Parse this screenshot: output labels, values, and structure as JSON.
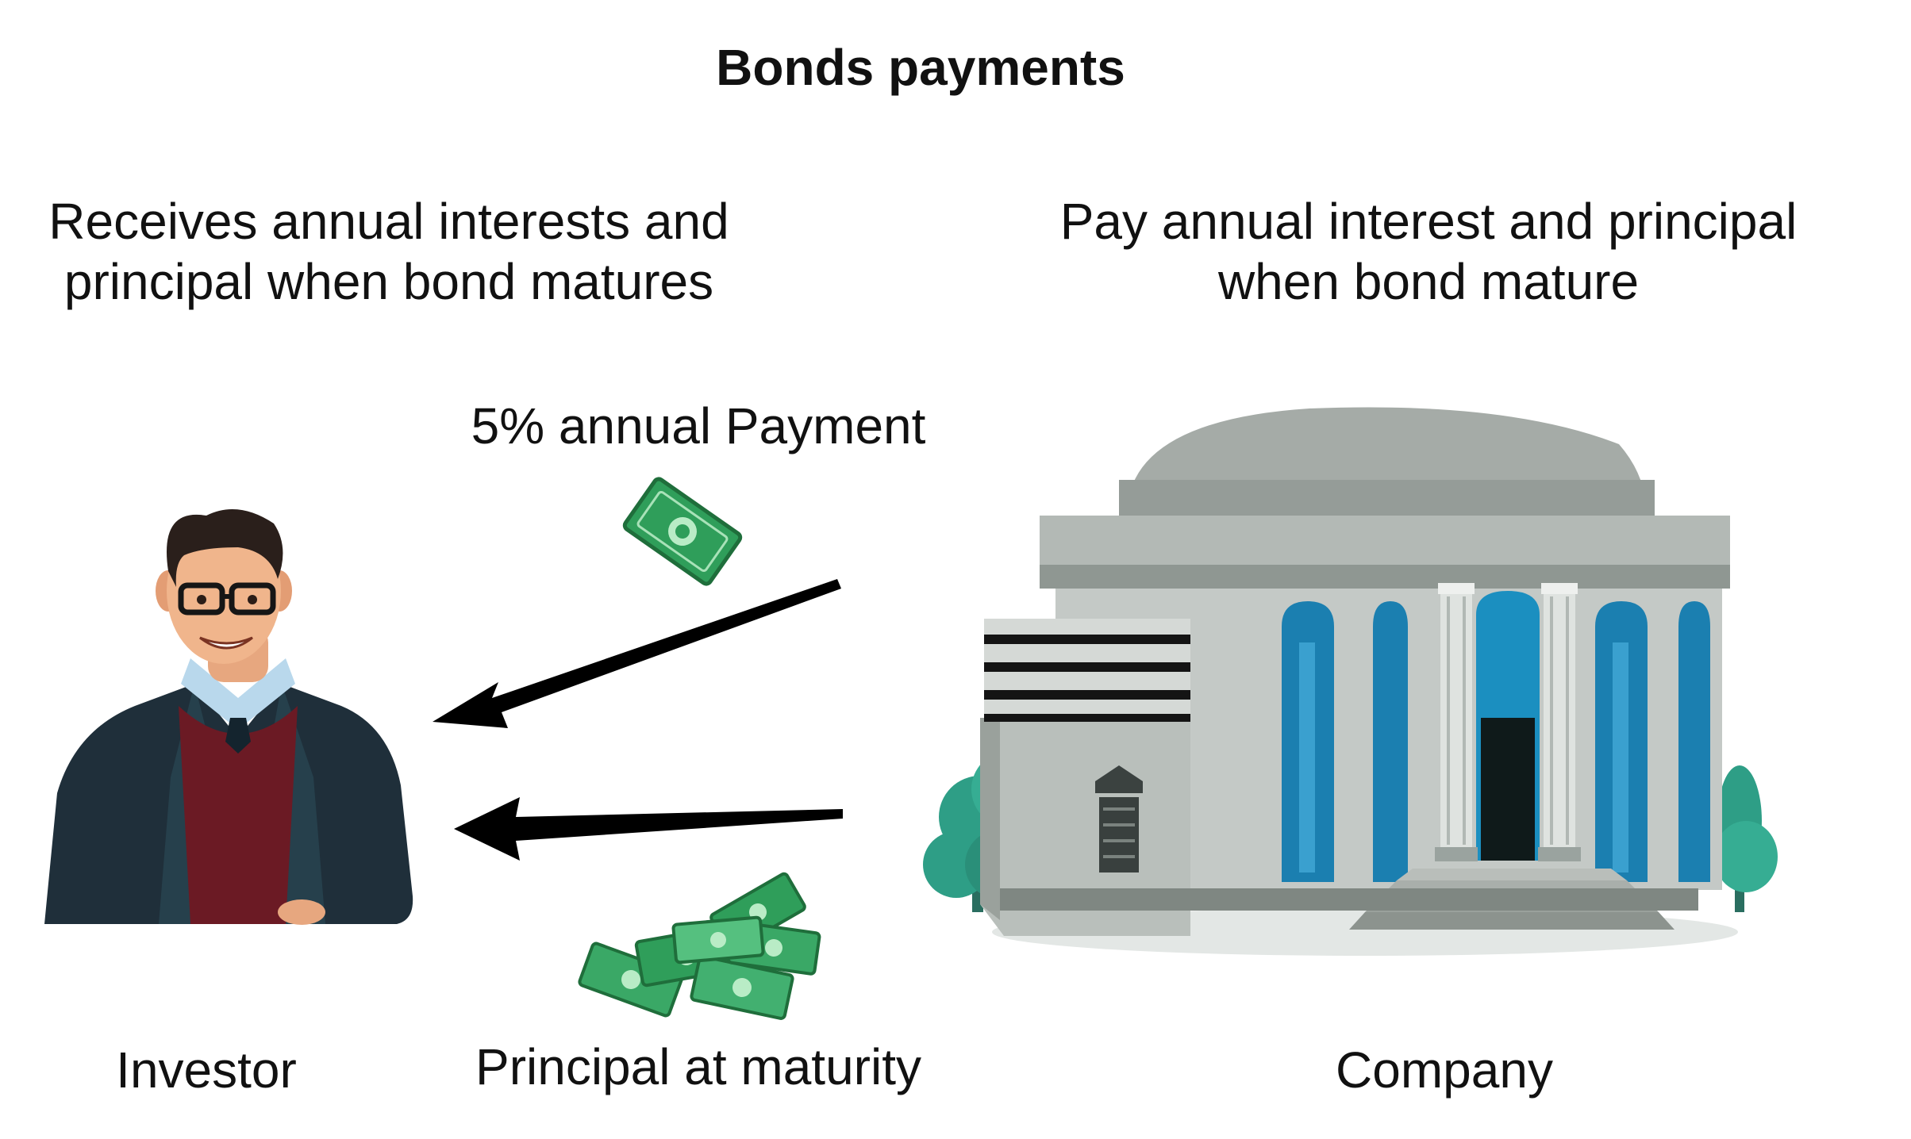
{
  "title": "Bonds payments",
  "investor": {
    "description_lines": [
      "Receives annual interests and",
      "principal when bond matures"
    ],
    "label": "Investor"
  },
  "company": {
    "description_lines": [
      "Pay annual interest and principal",
      "when bond mature"
    ],
    "label": "Company"
  },
  "flows": {
    "annual_payment": "5% annual Payment",
    "principal": "Principal at maturity"
  },
  "icons": [
    "investor-illustration",
    "company-building-illustration",
    "money-bill-icon",
    "money-pile-icon",
    "arrow-left-icon"
  ],
  "colors": {
    "money_green": "#2f9e5a",
    "building_grey": "#9aa39f",
    "window_blue": "#1b7fb0",
    "tree_green": "#2e9e86",
    "jacket_dark": "#1f2f3a",
    "sweater_maroon": "#6b1a24"
  }
}
